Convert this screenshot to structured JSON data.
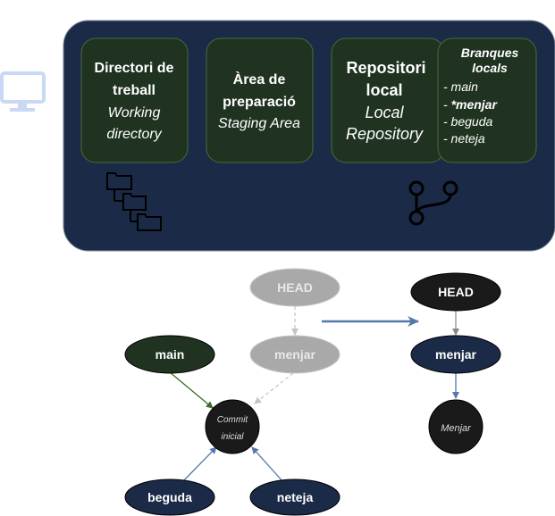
{
  "colors": {
    "panel_bg": "#1b2a47",
    "box_bg": "#1f3320",
    "box_border": "#4a6b3a",
    "node_dark": "#1a1a1a",
    "node_navy": "#1b2a47",
    "node_green": "#1f3320",
    "node_gray": "#a9a9a9",
    "edge_blue": "#5577aa",
    "edge_green": "#3c6a2a",
    "edge_gray": "#bbbbbb",
    "monitor_icon": "#c9d8f5"
  },
  "icons": [
    "monitor-icon",
    "folder-tree-icon",
    "git-branch-icon"
  ],
  "areas": {
    "working": {
      "title_1": "Directori de",
      "title_2": "treball",
      "sub_1": "Working",
      "sub_2": "directory"
    },
    "staging": {
      "title_1": "Àrea de",
      "title_2": "preparació",
      "sub_1": "Staging Area"
    },
    "repo": {
      "title_1": "Repositori",
      "title_2": "local",
      "sub_1": "Local",
      "sub_2": "Repository"
    },
    "branches": {
      "title_1": "Branques",
      "title_2": "locals",
      "items": [
        "- main",
        "- ",
        "*menjar",
        "- beguda",
        "- neteja"
      ]
    }
  },
  "graph_before": {
    "head": "HEAD",
    "menjar": "menjar",
    "main": "main",
    "commit_1": "Commit",
    "commit_2": "inicial",
    "beguda": "beguda",
    "neteja": "neteja"
  },
  "graph_after": {
    "head": "HEAD",
    "menjar": "menjar",
    "commit": "Menjar"
  }
}
